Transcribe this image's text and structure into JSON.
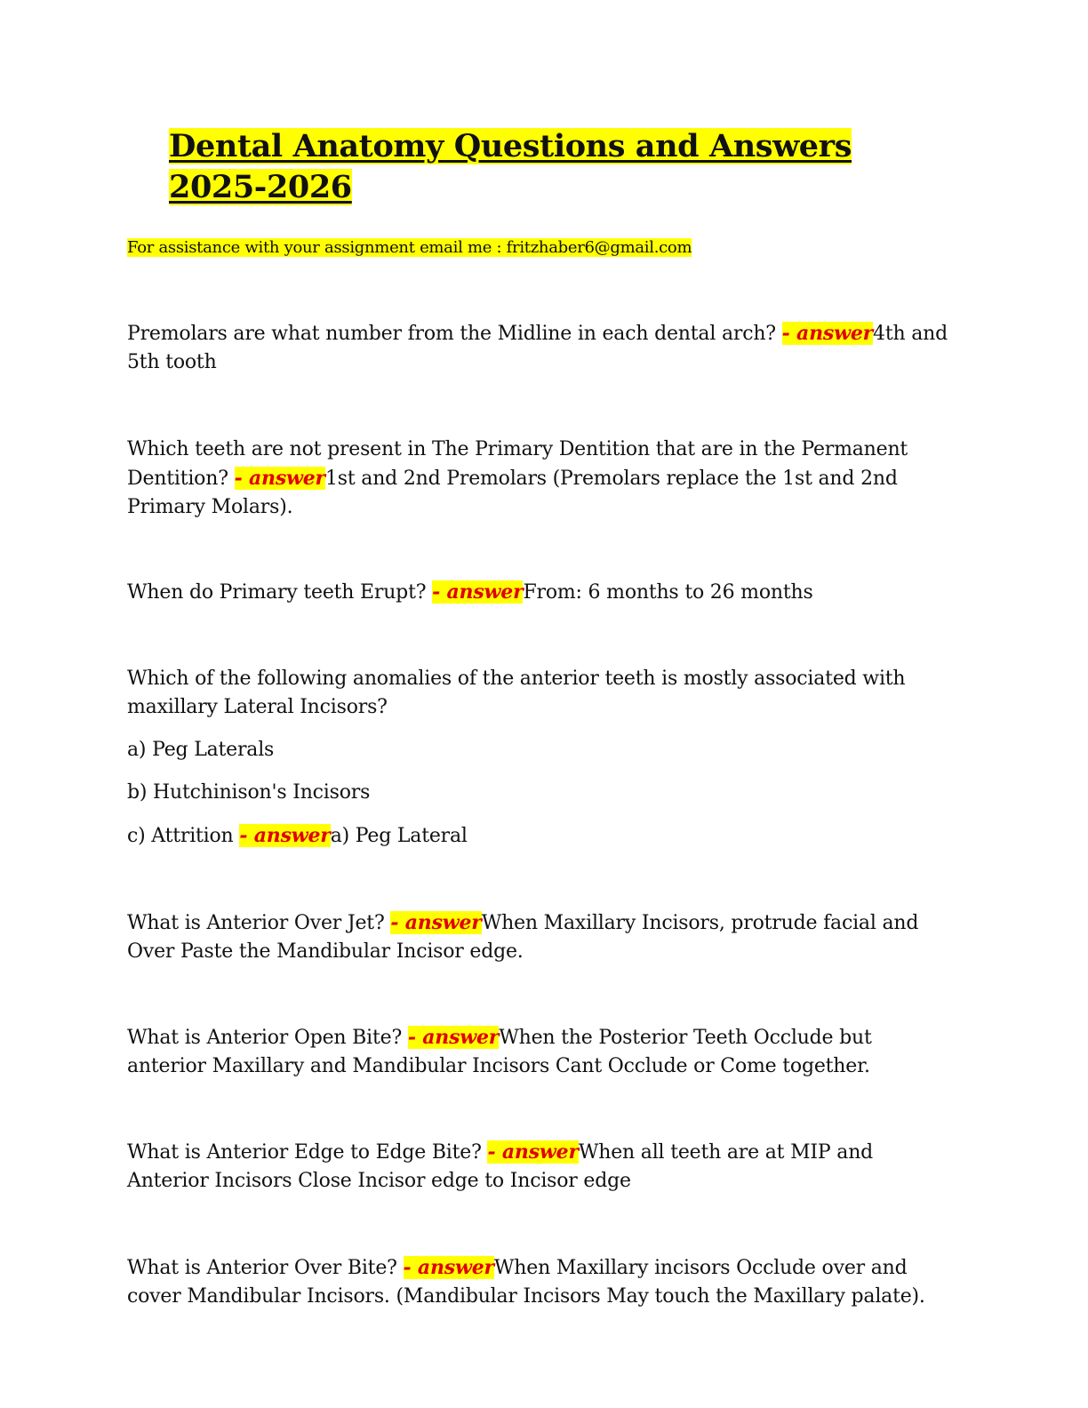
{
  "document": {
    "title": "Dental Anatomy Questions and Answers 2025-2026",
    "contact": "For assistance with your assignment email me : fritzhaber6@gmail.com",
    "answer_marker": "- answer",
    "items": [
      {
        "question": "Premolars are what number from the Midline in each dental arch? ",
        "answer": "4th and 5th tooth"
      },
      {
        "question": "Which teeth are not present in The Primary Dentition that are in the Permanent Dentition? ",
        "answer": "1st and 2nd Premolars (Premolars replace the 1st and 2nd Primary Molars)."
      },
      {
        "question": "When do Primary teeth Erupt? ",
        "answer": "From: 6 months to 26 months"
      },
      {
        "question": "Which of the following anomalies of the anterior teeth is mostly associated with maxillary Lateral Incisors?",
        "options": [
          "a) Peg Laterals",
          "b) Hutchinison's Incisors",
          "c) Attrition "
        ],
        "answer": "a) Peg Lateral"
      },
      {
        "question": "What is Anterior Over Jet? ",
        "answer": "When Maxillary Incisors, protrude facial and Over Paste the Mandibular Incisor edge."
      },
      {
        "question": "What is Anterior Open Bite? ",
        "answer": "When the Posterior Teeth Occlude but anterior Maxillary and Mandibular Incisors Cant Occlude or Come together."
      },
      {
        "question": "What is Anterior Edge to Edge Bite? ",
        "answer": "When all teeth are at MIP and Anterior Incisors Close Incisor edge to Incisor edge"
      },
      {
        "question": "What is Anterior Over Bite? ",
        "answer": "When Maxillary incisors Occlude over and cover Mandibular Incisors. (Mandibular Incisors May touch the Maxillary palate)."
      }
    ]
  }
}
